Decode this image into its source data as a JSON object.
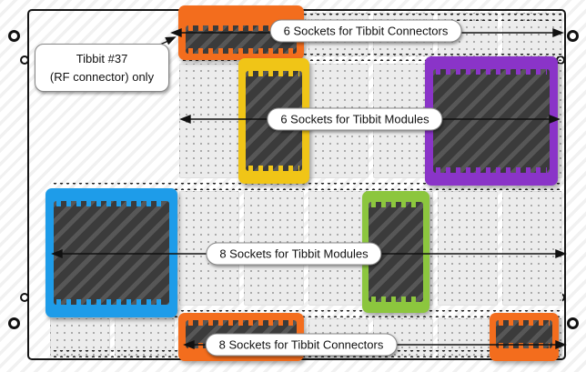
{
  "callouts": {
    "top_connectors": "6 Sockets for Tibbit Connectors",
    "rf_note_line1": "Tibbit #37",
    "rf_note_line2": "(RF connector) only",
    "top_modules": "6 Sockets for Tibbit Modules",
    "bottom_modules": "8 Sockets for Tibbit Modules",
    "bottom_connectors": "8 Sockets for Tibbit Connectors"
  },
  "colors": {
    "orange": "#f36d1d",
    "yellow": "#f0c517",
    "purple": "#8a34c8",
    "blue": "#1e9ce9",
    "green": "#8cc63e",
    "module_dark": "#3b3b3b",
    "socket_gray": "#ececec",
    "board_white": "#ffffff"
  }
}
